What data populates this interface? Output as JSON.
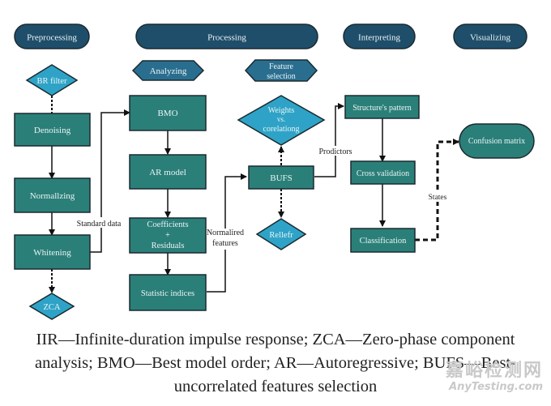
{
  "colors": {
    "phase_fill": "#1f4e6b",
    "hex_fill": "#2a6e8f",
    "box_fill": "#2b7f79",
    "diamond_fill": "#2ea3c7",
    "stroke": "#1a2a30",
    "text_light": "#eaf4f4",
    "text_dark": "#222222"
  },
  "phases": {
    "preprocessing": "Preprocessing",
    "processing": "Processing",
    "interpreting": "Interpreting",
    "visualizing": "Visualizing"
  },
  "subphases": {
    "analyzing": "Analyzing",
    "feature_selection": [
      "Feature",
      "selection"
    ]
  },
  "nodes": {
    "br_filter": "BR filter",
    "denoising": "Denoising",
    "normalizing": "Normallzing",
    "whitening": "Whitening",
    "zca": "ZCA",
    "bmo": "BMO",
    "ar_model": "AR model",
    "coefficients": [
      "Coefficients",
      "+",
      "Residuals"
    ],
    "statistic_indices": "Statistic indices",
    "weights": [
      "Weights",
      "vs.",
      "corelationg"
    ],
    "bufs": "BUFS",
    "relief": "Rellefr",
    "structure_pattern": "Structure's pattern",
    "cross_validation": "Cross validation",
    "classification": "Classification",
    "confusion_matrix": "Confusion matrix"
  },
  "edge_labels": {
    "standard_data": "Standard data",
    "normalized_features": [
      "Normalired",
      "features"
    ],
    "predictors": "Prodictors",
    "states": "States"
  },
  "caption": {
    "lines": [
      "IIR—Infinite-duration impulse response; ZCA—Zero-phase component",
      "analysis; BMO—Best model order; AR—Autoregressive; BUFS—Best-",
      "uncorrelated features selection"
    ]
  },
  "watermark": {
    "line1": "嘉峪检测网",
    "line2": "AnyTesting.com"
  }
}
